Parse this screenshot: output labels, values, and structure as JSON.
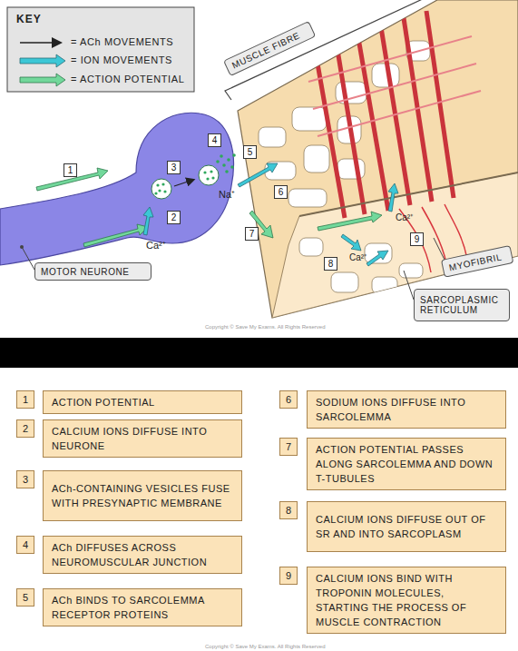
{
  "diagram": {
    "nodes": [
      {
        "text": [
          "MUSCLE FIBRE"
        ]
      },
      {
        "text": [
          "1"
        ]
      },
      {
        "text": [
          "3"
        ]
      },
      {
        "text": [
          "4"
        ]
      },
      {
        "text": [
          "5"
        ]
      },
      {
        "text": [
          "2"
        ]
      },
      {
        "text": [
          "6"
        ]
      },
      {
        "text": [
          "7"
        ]
      },
      {
        "text": [
          "MOTOR NEURONE"
        ]
      },
      {
        "text": [
          "9"
        ]
      },
      {
        "text": [
          "8"
        ]
      },
      {
        "text": [
          "MYOFIBRIL"
        ]
      },
      {
        "text": [
          "SARCOPLASMIC RETICULUM"
        ]
      },
      {
        "text": [
          "1"
        ]
      },
      {
        "text": [
          "ACTION POTENTIAL"
        ]
      },
      {
        "text": [
          "2"
        ]
      },
      {
        "text": [
          "CALCIUM IONS DIFFUSE INTO NEURONE"
        ]
      },
      {
        "text": [
          "3"
        ]
      },
      {
        "text": [
          "ACh-CONTAINING VESICLES FUSE WITH PRESYNAPTIC MEMBRANE"
        ]
      },
      {
        "text": [
          "4"
        ]
      },
      {
        "text": [
          "ACh DIFFUSES ACROSS NEUROMUSCULAR JUNCTION"
        ]
      },
      {
        "text": [
          "5"
        ]
      },
      {
        "text": [
          "ACh BINDS TO SARCOLEMMA RECEPTOR PROTEINS"
        ]
      },
      {
        "text": [
          "6"
        ]
      },
      {
        "text": [
          "SODIUM IONS DIFFUSE INTO SARCOLEMMA"
        ]
      },
      {
        "text": [
          "7"
        ]
      },
      {
        "text": [
          "ACTION POTENTIAL PASSES ALONG SARCOLEMMA AND DOWN T-TUBULES"
        ]
      },
      {
        "text": [
          "8"
        ]
      },
      {
        "text": [
          "CALCIUM IONS DIFFUSE OUT OF SR AND INTO SARCOPLASM"
        ]
      },
      {
        "text": [
          "9"
        ]
      },
      {
        "text": [
          "CALCIUM IONS BIND WITH TROPONIN MOLECULES, STARTING THE PROCESS OF MUSCLE CONTRACTION"
        ]
      }
    ],
    "labels": [
      "KEY",
      "Na⁺",
      "Ca²⁺",
      "Ca²⁺",
      "Ca²⁺",
      "Copyright © Save My Exams. All Rights Reserved",
      "Copyright © Save My Exams. All Rights Reserved"
    ],
    "legend": [
      {
        "text": "= ACh MOVEMENTS"
      },
      {
        "text": "= ION MOVEMENTS"
      },
      {
        "text": "= ACTION POTENTIAL"
      }
    ]
  }
}
